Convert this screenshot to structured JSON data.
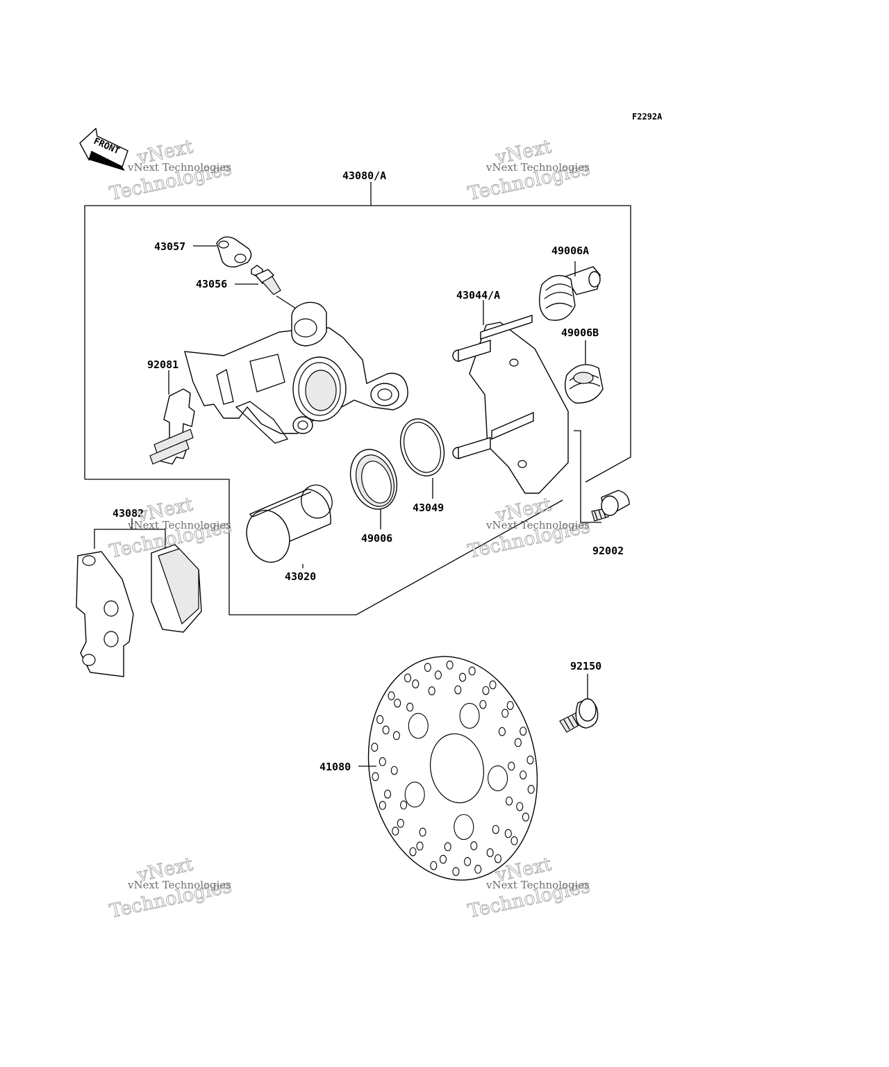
{
  "diagram": {
    "code": "F2292A",
    "front_label": "FRONT",
    "watermark": {
      "line1": "vNext",
      "line2": "vNext Technologies",
      "line3": "Technologies"
    },
    "parts": {
      "p43080": "43080/A",
      "p43057": "43057",
      "p43056": "43056",
      "p92081": "92081",
      "p43044": "43044/A",
      "p49006A": "49006A",
      "p49006B": "49006B",
      "p43049": "43049",
      "p49006": "49006",
      "p43020": "43020",
      "p92002": "92002",
      "p43082": "43082",
      "p92150": "92150",
      "p41080": "41080"
    }
  }
}
